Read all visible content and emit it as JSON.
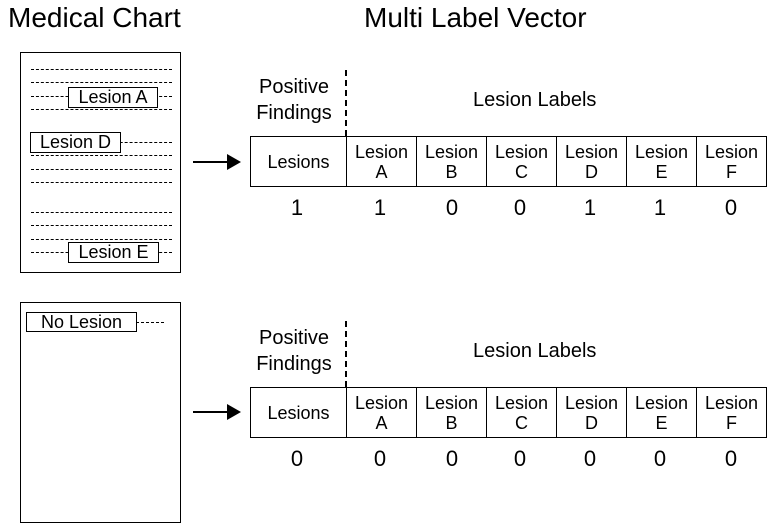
{
  "titles": {
    "medical_chart": "Medical Chart",
    "multi_label_vector": "Multi Label Vector"
  },
  "example1": {
    "tags": [
      "Lesion A",
      "Lesion D",
      "Lesion E"
    ],
    "positive_findings": [
      "Positive",
      "Findings"
    ],
    "lesion_labels_header": "Lesion Labels",
    "first_col": "Lesions",
    "labels": [
      {
        "line1": "Lesion",
        "line2": "A"
      },
      {
        "line1": "Lesion",
        "line2": "B"
      },
      {
        "line1": "Lesion",
        "line2": "C"
      },
      {
        "line1": "Lesion",
        "line2": "D"
      },
      {
        "line1": "Lesion",
        "line2": "E"
      },
      {
        "line1": "Lesion",
        "line2": "F"
      }
    ],
    "values": [
      "1",
      "1",
      "0",
      "0",
      "1",
      "1",
      "0"
    ]
  },
  "example2": {
    "tags": [
      "No Lesion"
    ],
    "positive_findings": [
      "Positive",
      "Findings"
    ],
    "lesion_labels_header": "Lesion Labels",
    "first_col": "Lesions",
    "labels": [
      {
        "line1": "Lesion",
        "line2": "A"
      },
      {
        "line1": "Lesion",
        "line2": "B"
      },
      {
        "line1": "Lesion",
        "line2": "C"
      },
      {
        "line1": "Lesion",
        "line2": "D"
      },
      {
        "line1": "Lesion",
        "line2": "E"
      },
      {
        "line1": "Lesion",
        "line2": "F"
      }
    ],
    "values": [
      "0",
      "0",
      "0",
      "0",
      "0",
      "0",
      "0"
    ]
  }
}
